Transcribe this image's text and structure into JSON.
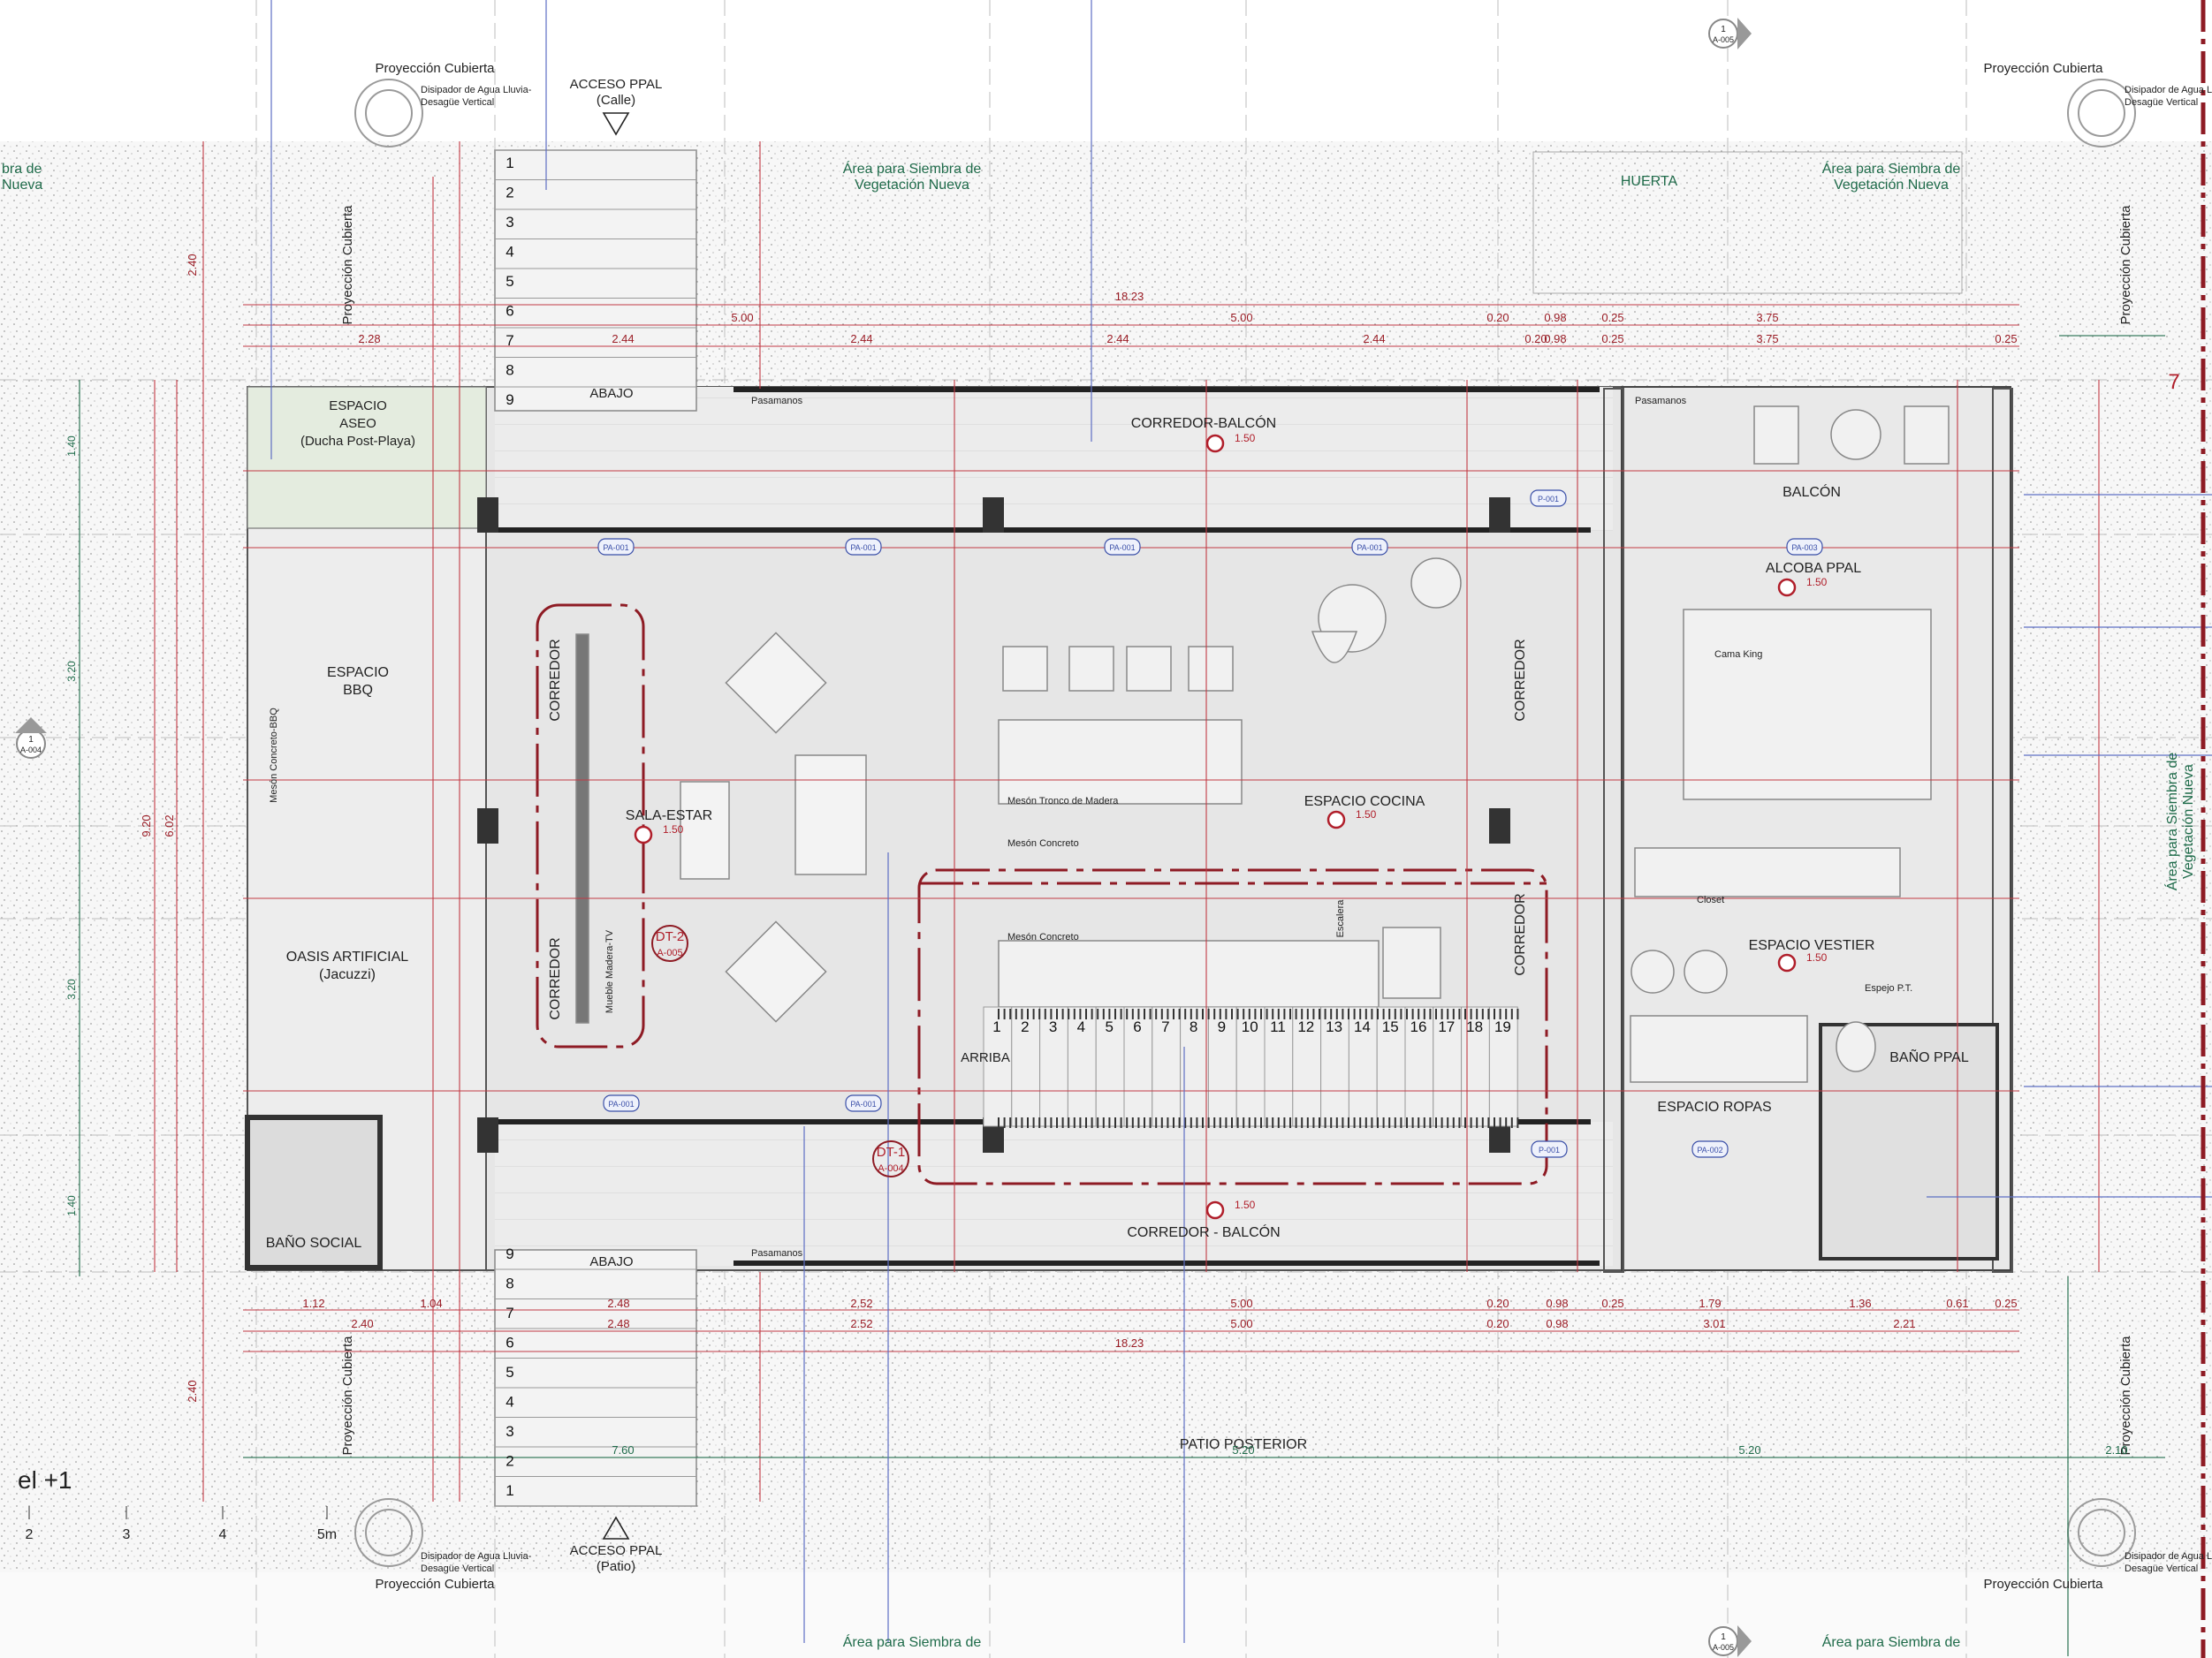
{
  "colors": {
    "red": "#b01e2a",
    "green": "#1f6b4a",
    "blue": "#3a4fa8",
    "wall": "#2a2a2a",
    "floor": "#e4e4e4"
  },
  "level_label": "el +1",
  "scale": {
    "ticks": [
      "2",
      "3",
      "4",
      "5m"
    ]
  },
  "access": {
    "top_title": "ACCESO PPAL",
    "top_sub": "(Calle)",
    "bottom_title": "ACCESO PPAL",
    "bottom_sub": "(Patio)"
  },
  "roof_projection": "Proyección Cubierta",
  "drain": {
    "line1": "Disipador de Agua Lluvia-",
    "line2": "Desagüe Vertical"
  },
  "planting": {
    "line1": "Área para Siembra de",
    "line2": "Vegetación Nueva"
  },
  "edge_left_partial": {
    "line1": "bra de",
    "line2": "Nueva"
  },
  "huerta": "HUERTA",
  "patio": "PATIO POSTERIOR",
  "rooms": {
    "aseo1": "ESPACIO",
    "aseo2": "ASEO",
    "aseo3": "(Ducha Post-Playa)",
    "bbq1": "ESPACIO",
    "bbq2": "BBQ",
    "oasis1": "OASIS ARTIFICIAL",
    "oasis2": "(Jacuzzi)",
    "bano_social": "BAÑO SOCIAL",
    "sala": "SALA-ESTAR",
    "cocina": "ESPACIO COCINA",
    "corredor_balcon_top": "CORREDOR-BALCÓN",
    "corredor_balcon_bottom": "CORREDOR - BALCÓN",
    "corredor": "CORREDOR",
    "balcon": "BALCÓN",
    "alcoba": "ALCOBA PPAL",
    "vestier": "ESPACIO VESTIER",
    "bano_ppal": "BAÑO PPAL",
    "ropas": "ESPACIO ROPAS"
  },
  "notes": {
    "abajo": "ABAJO",
    "arriba": "ARRIBA",
    "pasamanos": "Pasamanos",
    "meson_tronco": "Mesón Tronco de Madera",
    "meson_concreto": "Mesón Concreto",
    "meson_bbq": "Mesón Concreto-BBQ",
    "mueble_tv": "Mueble Madera-TV",
    "cama": "Cama King",
    "espejo": "Espejo P.T.",
    "closet": "Closet",
    "escalera": "Escalera"
  },
  "levels": {
    "val": "1.50"
  },
  "details": {
    "dt1": "DT-1",
    "dt1_sheet": "A-004",
    "dt2": "DT-2",
    "dt2_sheet": "A-005"
  },
  "section_marks": {
    "top_num": "1",
    "top_sheet": "A-005",
    "left_num": "1",
    "left_sheet": "A-004",
    "right_num": "7"
  },
  "door_tags": {
    "pa1": "PA-001",
    "pa2": "PA-002",
    "pa3": "PA-003",
    "p1": "P-001"
  },
  "stair_numbers": [
    "1",
    "2",
    "3",
    "4",
    "5",
    "6",
    "7",
    "8",
    "9"
  ],
  "interior_stair_numbers": [
    "1",
    "2",
    "3",
    "4",
    "5",
    "6",
    "7",
    "8",
    "9",
    "10",
    "11",
    "12",
    "13",
    "14",
    "15",
    "16",
    "17",
    "18",
    "19"
  ],
  "dimensions": {
    "overall": "18.23",
    "top_row_a": [
      "2.28",
      "2.44",
      "2.44",
      "2.44",
      "2.44",
      "0.20",
      "0.98",
      "0.25",
      "3.75",
      "0.25"
    ],
    "top_row_b": [
      "5.00",
      "5.00",
      "0.20",
      "0.98",
      "0.25",
      "3.75"
    ],
    "bottom_row_a": [
      "1.12",
      "1.04",
      "2.48",
      "2.52",
      "5.00",
      "0.20",
      "0.98",
      "0.25",
      "1.79",
      "1.36",
      "0.61",
      "0.25"
    ],
    "bottom_row_b": [
      "2.40",
      "2.48",
      "2.52",
      "5.00",
      "0.20",
      "0.98",
      "3.01",
      "2.21"
    ],
    "bottom_green": [
      "7.60",
      "5.20",
      "5.20",
      "2.10"
    ],
    "left_vertical": [
      "9.20",
      "6.02",
      "3.20",
      "3.20",
      "1.40",
      "1.40",
      "2.40",
      "2.40"
    ]
  }
}
